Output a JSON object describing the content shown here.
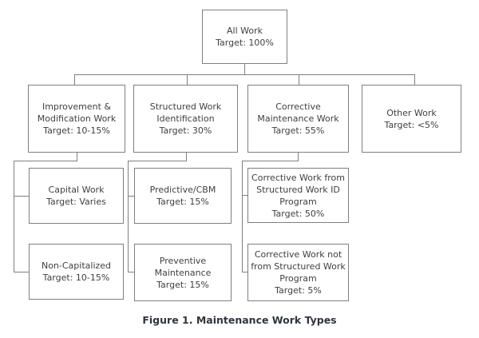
{
  "diagram": {
    "caption": "Figure 1. Maintenance Work Types",
    "colors": {
      "box_border": "#7f7f7f",
      "connector_line": "#7f7f7f",
      "box_text": "#404040",
      "caption_text": "#30353d",
      "background": "#ffffff"
    },
    "nodes": {
      "all_work": {
        "label": "All Work",
        "target": "Target: 100%"
      },
      "improvement": {
        "label": "Improvement &\nModification Work",
        "target": "Target: 10-15%"
      },
      "structured": {
        "label": "Structured Work\nIdentification",
        "target": "Target: 30%"
      },
      "corrective": {
        "label": "Corrective\nMaintenance Work",
        "target": "Target: 55%"
      },
      "other": {
        "label": "Other Work",
        "target": "Target: <5%"
      },
      "capital": {
        "label": "Capital Work",
        "target": "Target: Varies"
      },
      "non_capitalized": {
        "label": "Non-Capitalized",
        "target": "Target: 10-15%"
      },
      "predictive": {
        "label": "Predictive/CBM",
        "target": "Target: 15%"
      },
      "preventive": {
        "label": "Preventive\nMaintenance",
        "target": "Target: 15%"
      },
      "corrective_from": {
        "label": "Corrective Work from\nStructured Work ID\nProgram",
        "target": "Target: 50%"
      },
      "corrective_not_from": {
        "label": "Corrective Work not\nfrom Structured Work\nProgram",
        "target": "Target: 5%"
      }
    }
  }
}
